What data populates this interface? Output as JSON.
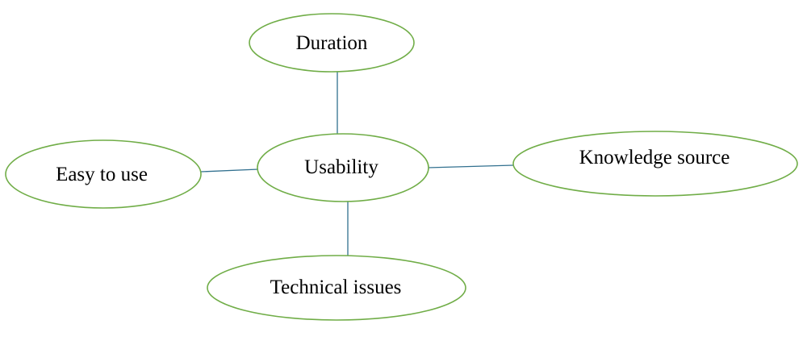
{
  "diagram": {
    "type": "mind-map",
    "colors": {
      "node_border": "#70ad47",
      "connector": "#31708f",
      "text": "#000000"
    },
    "center": {
      "label": "Usability"
    },
    "branches": [
      {
        "id": "duration",
        "label": "Duration"
      },
      {
        "id": "easy-to-use",
        "label": "Easy to use"
      },
      {
        "id": "knowledge-source",
        "label": "Knowledge source"
      },
      {
        "id": "technical-issues",
        "label": "Technical issues"
      }
    ]
  }
}
